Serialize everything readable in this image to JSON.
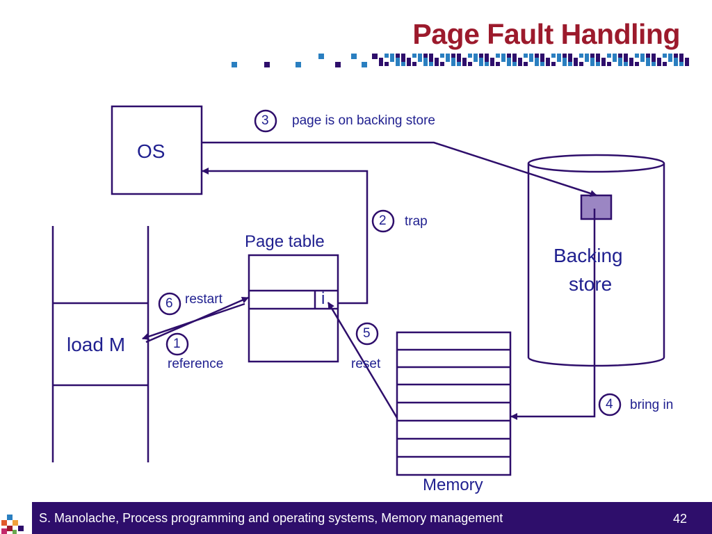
{
  "slide": {
    "title": "Page Fault Handling",
    "footer": "S. Manolache, Process programming and operating systems, Memory management",
    "page_number": "42"
  },
  "diagram": {
    "os_label": "OS",
    "backing_store_label_line1": "Backing",
    "backing_store_label_line2": "store",
    "page_table_label": "Page table",
    "page_table_entry": "i",
    "memory_label": "Memory",
    "program_instruction": "load M",
    "steps": [
      {
        "num": "1",
        "text": "reference"
      },
      {
        "num": "2",
        "text": "trap"
      },
      {
        "num": "3",
        "text": "page is on backing store"
      },
      {
        "num": "4",
        "text": "bring in"
      },
      {
        "num": "5",
        "text": "reset"
      },
      {
        "num": "6",
        "text": "restart"
      }
    ]
  },
  "colors": {
    "line": "#2e0e6b",
    "title": "#9c1a2c",
    "page_block": "#9b86c3",
    "footer_bg": "#2e0e6b",
    "decor_blue": "#2a7fc0",
    "decor_navy": "#2e0e6b"
  }
}
